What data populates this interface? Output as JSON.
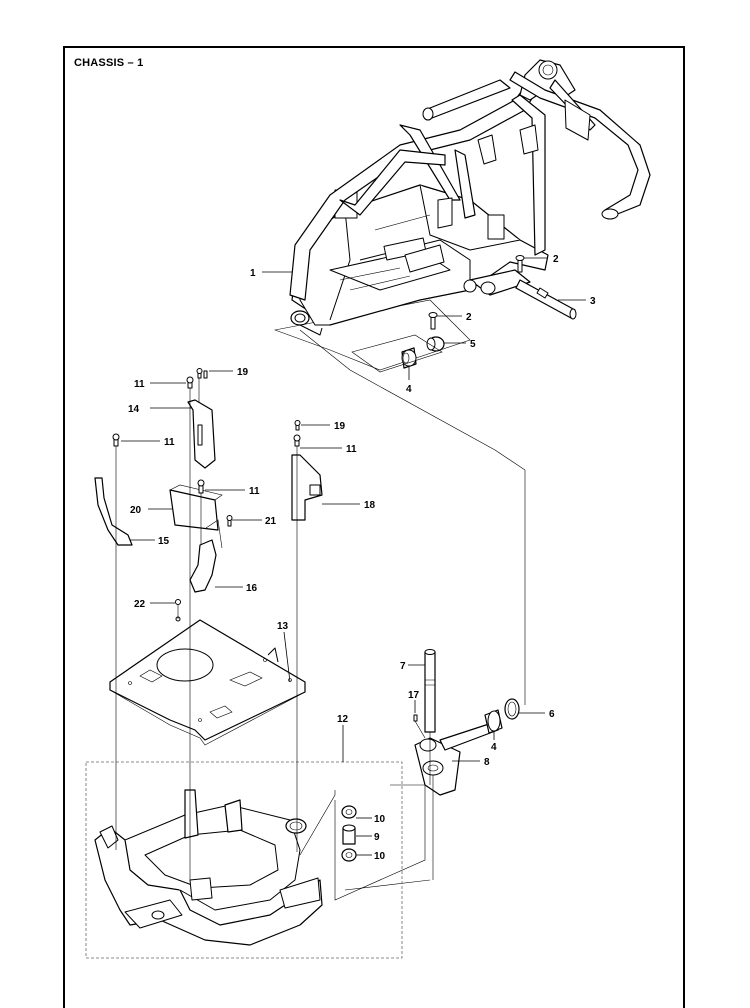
{
  "title": "CHASSIS – 1",
  "callouts": [
    {
      "id": "c1",
      "text": "1"
    },
    {
      "id": "c2a",
      "text": "2"
    },
    {
      "id": "c3",
      "text": "3"
    },
    {
      "id": "c2b",
      "text": "2"
    },
    {
      "id": "c5",
      "text": "5"
    },
    {
      "id": "c4a",
      "text": "4"
    },
    {
      "id": "c11a",
      "text": "11"
    },
    {
      "id": "c19a",
      "text": "19"
    },
    {
      "id": "c14",
      "text": "14"
    },
    {
      "id": "c11b",
      "text": "11"
    },
    {
      "id": "c19b",
      "text": "19"
    },
    {
      "id": "c11c",
      "text": "11"
    },
    {
      "id": "c11d",
      "text": "11"
    },
    {
      "id": "c20",
      "text": "20"
    },
    {
      "id": "c21",
      "text": "21"
    },
    {
      "id": "c18",
      "text": "18"
    },
    {
      "id": "c15",
      "text": "15"
    },
    {
      "id": "c16",
      "text": "16"
    },
    {
      "id": "c22",
      "text": "22"
    },
    {
      "id": "c13",
      "text": "13"
    },
    {
      "id": "c7",
      "text": "7"
    },
    {
      "id": "c17",
      "text": "17"
    },
    {
      "id": "c6",
      "text": "6"
    },
    {
      "id": "c4b",
      "text": "4"
    },
    {
      "id": "c12",
      "text": "12"
    },
    {
      "id": "c8",
      "text": "8"
    },
    {
      "id": "c10a",
      "text": "10"
    },
    {
      "id": "c9",
      "text": "9"
    },
    {
      "id": "c10b",
      "text": "10"
    }
  ]
}
